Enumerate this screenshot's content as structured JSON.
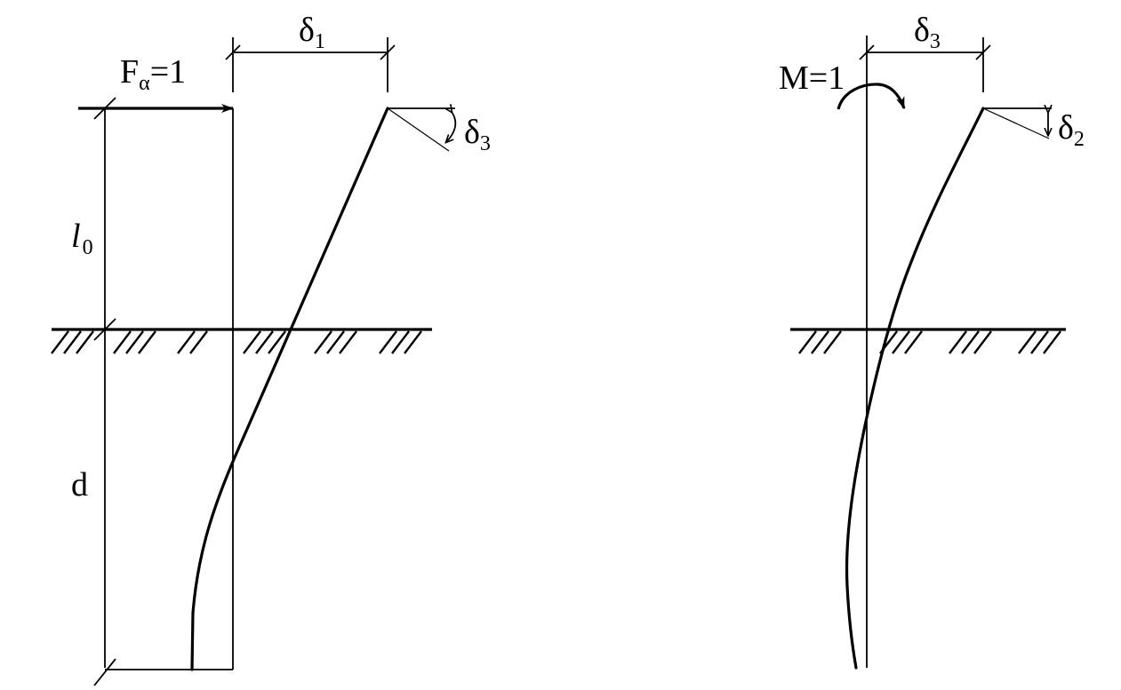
{
  "left_diagram": {
    "force": {
      "symbol": "F",
      "subscript": "α",
      "value": "=1"
    },
    "delta_top": {
      "symbol": "δ",
      "subscript": "1"
    },
    "rotation": {
      "symbol": "δ",
      "subscript": "3"
    },
    "free_length": {
      "symbol": "l",
      "subscript": "0"
    },
    "embedded_length": "d"
  },
  "right_diagram": {
    "moment": "M=1",
    "delta_top": {
      "symbol": "δ",
      "subscript": "3"
    },
    "rotation": {
      "symbol": "δ",
      "subscript": "2"
    }
  }
}
